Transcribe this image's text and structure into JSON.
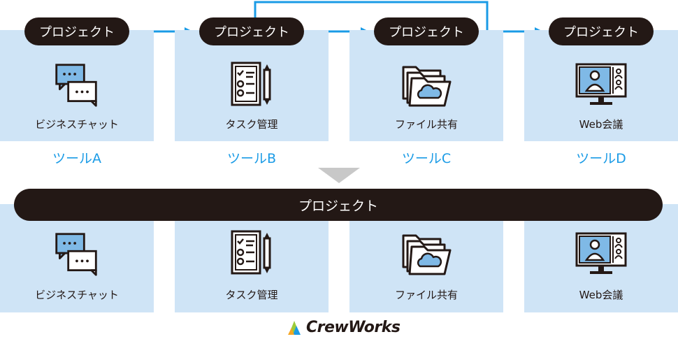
{
  "top_row": {
    "columns": [
      {
        "project": "プロジェクト",
        "icon": "chat-icon",
        "label": "ビジネスチャット",
        "tool": "ツールA"
      },
      {
        "project": "プロジェクト",
        "icon": "task-list-icon",
        "label": "タスク管理",
        "tool": "ツールB"
      },
      {
        "project": "プロジェクト",
        "icon": "folder-cloud-icon",
        "label": "ファイル共有",
        "tool": "ツールC"
      },
      {
        "project": "プロジェクト",
        "icon": "video-conference-icon",
        "label": "Web会議",
        "tool": "ツールD"
      }
    ]
  },
  "bottom_row": {
    "project": "プロジェクト",
    "columns": [
      {
        "icon": "chat-icon",
        "label": "ビジネスチャット"
      },
      {
        "icon": "task-list-icon",
        "label": "タスク管理"
      },
      {
        "icon": "folder-cloud-icon",
        "label": "ファイル共有"
      },
      {
        "icon": "video-conference-icon",
        "label": "Web会議"
      }
    ]
  },
  "logo": {
    "text": "CrewWorks"
  },
  "colors": {
    "card": "#cfe4f6",
    "dark": "#231815",
    "accent": "#1a9be6",
    "arrow_down": "#c8c8c8"
  }
}
